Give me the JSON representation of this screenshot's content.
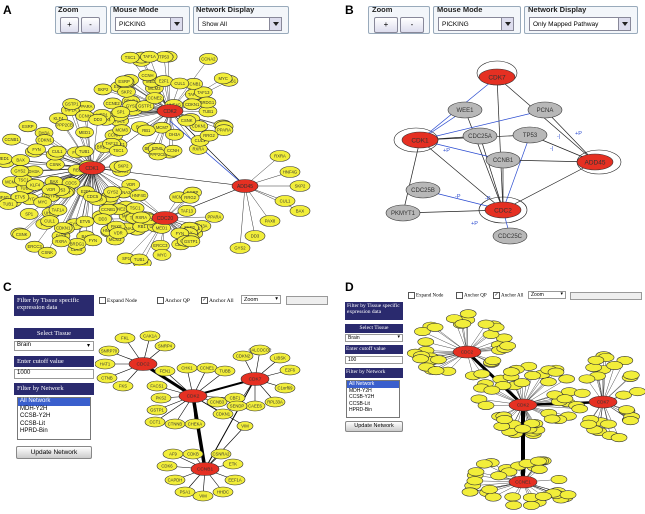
{
  "panels": {
    "A": {
      "letter": "A",
      "zoom_title": "Zoom",
      "zoom_in": "+",
      "zoom_out": "-",
      "mouse_mode_title": "Mouse Mode",
      "mouse_mode": "PICKING",
      "network_display_title": "Network Display",
      "network_display": "Show All"
    },
    "B": {
      "letter": "B",
      "zoom_title": "Zoom",
      "zoom_in": "+",
      "zoom_out": "-",
      "mouse_mode_title": "Mouse Mode",
      "mouse_mode": "PICKING",
      "network_display_title": "Network Display",
      "network_display": "Only Mapped Pathway"
    },
    "C": {
      "letter": "C"
    },
    "D": {
      "letter": "D"
    }
  },
  "panel_a_hubs": [
    "CDK2",
    "CDK1",
    "CDK2",
    "CDC20",
    "ADD45"
  ],
  "panel_a_nodes": [
    "CCNE2",
    "RB1",
    "DH3A",
    "UHRF1",
    "PPP2CB",
    "BRDG1",
    "MCM3",
    "PPARA",
    "MED1",
    "ESRP",
    "RRG2",
    "CCNB1",
    "CDKN1",
    "TAF1A",
    "TSC1",
    "CCNH",
    "RXRA",
    "HNF4G",
    "SKP2",
    "CUL1",
    "BAX",
    "PAX8",
    "DD3",
    "GYS2",
    "FYN",
    "CDC5",
    "CSNK",
    "GSTP1",
    "TUB1",
    "VDR",
    "TAF13",
    "ERCC3",
    "KLF4",
    "SP1",
    "MCM7",
    "E2F1",
    "ETV5",
    "CCNA2",
    "MYC",
    "TP53"
  ],
  "panel_b": {
    "red_nodes": [
      "CDK7",
      "CDK1",
      "ADD45",
      "CDC2"
    ],
    "gray_nodes": [
      "WEE1",
      "PCNA",
      "CDC25A",
      "TP53",
      "CCNB1",
      "CDC25B",
      "PKMYT1",
      "CDC25C"
    ],
    "edge_labels": [
      "+P",
      "-P",
      "-|",
      "-|",
      "+P",
      "-P",
      "+P"
    ]
  },
  "panel_c": {
    "filter_title": "Filter by Tissue specific expression data",
    "select_tissue_label": "Select Tissue",
    "tissue_value": "Brain",
    "cutoff_label": "Enter cutoff value",
    "cutoff_value": "1000",
    "network_filter_label": "Filter by Network",
    "network_options": [
      "All Network",
      "MDH-Y2H",
      "CCSB-Y2H",
      "CCSB-Lit",
      "HPRD-Bin"
    ],
    "update_button": "Update Network",
    "expand_node": "Expand Node",
    "anchor_qp": "Anchor QP",
    "anchor_all": "Anchor All",
    "zoom_value": "Zoom",
    "hubs": [
      "CDC2",
      "CDK2",
      "CDK7",
      "CCNB1"
    ],
    "nodes": [
      "FKL",
      "CAK1A",
      "SNRP70",
      "HAT1",
      "CTNB",
      "FKS",
      "SNRP4",
      "FEN1",
      "CHK1",
      "CCNE1",
      "TUBB",
      "FACS1",
      "PKS2",
      "GSTP1",
      "CCT1",
      "CTNNB",
      "CHEKA",
      "CCNB3",
      "CDKN1",
      "CBF1",
      "CDKN2",
      "CALCOCO2",
      "LIBSK",
      "E2F6",
      "C1orf69",
      "RPL33A",
      "CAEE6",
      "SENDP",
      "AF9",
      "CDK6",
      "CAPDH",
      "PSA1",
      "VIM",
      "HHDC",
      "EEF1A",
      "ETK",
      "CSNRA2",
      "CDKB",
      "SMARCA",
      "TTR1",
      "PSB3",
      "PPA1",
      "RPA2"
    ]
  },
  "panel_d": {
    "filter_title": "Filter by Tissue specific expression data",
    "select_tissue_label": "Select Tissue",
    "tissue_value": "Brain",
    "cutoff_label": "Enter cutoff value",
    "cutoff_value": "100",
    "network_filter_label": "Filter by Network",
    "network_options": [
      "All Network",
      "MDH-Y2H",
      "CCSB-Y2H",
      "CCSB-Lit",
      "HPRD-Bin"
    ],
    "update_button": "Update Network",
    "expand_node": "Expand Node",
    "anchor_qp": "Anchor QP",
    "anchor_all": "Anchor All",
    "zoom_value": "Zoom",
    "hubs": [
      "CDK2",
      "CDC2",
      "CCNE1",
      "CDK7"
    ]
  },
  "colors": {
    "node_yellow": "#f2ee3a",
    "hub_red": "#e53022",
    "node_gray": "#b8b8b8",
    "edge_blue": "#2a4bd0",
    "navy": "#2a2a6e"
  }
}
